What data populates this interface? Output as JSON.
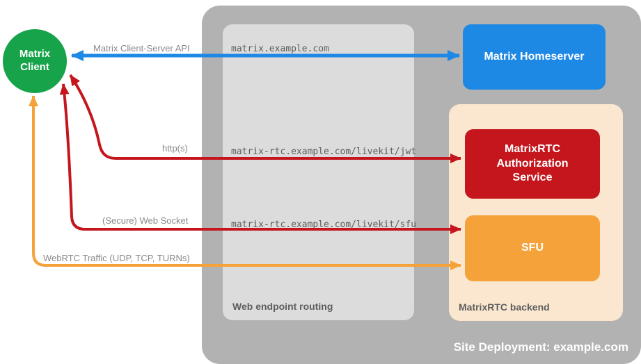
{
  "client": {
    "label": "Matrix Client"
  },
  "deployment": {
    "label": "Site Deployment: example.com",
    "routing": {
      "label": "Web endpoint routing",
      "endpoints": [
        "matrix.example.com",
        "matrix-rtc.example.com/livekit/jwt",
        "matrix-rtc.example.com/livekit/sfu"
      ]
    },
    "homeserver": {
      "label": "Matrix Homeserver"
    },
    "backend": {
      "label": "MatrixRTC backend",
      "auth_service": {
        "label": "MatrixRTC Authorization Service"
      },
      "sfu": {
        "label": "SFU"
      }
    }
  },
  "arrows": [
    {
      "label": "Matrix Client-Server API",
      "color": "#1E88E5",
      "from": "Matrix Client",
      "to": "Matrix Homeserver"
    },
    {
      "label": "http(s)",
      "color": "#C4161C",
      "from": "Matrix Client",
      "to": "MatrixRTC Authorization Service"
    },
    {
      "label": "(Secure) Web Socket",
      "color": "#C4161C",
      "from": "Matrix Client",
      "to": "SFU"
    },
    {
      "label": "WebRTC Traffic (UDP, TCP, TURNs)",
      "color": "#F6A23B",
      "from": "Matrix Client",
      "to": "SFU"
    }
  ],
  "colors": {
    "client_green": "#17A34A",
    "homeserver_blue": "#1E88E5",
    "auth_red": "#C4161C",
    "sfu_orange": "#F6A23B",
    "backend_peach": "#FBE7D0",
    "deployment_gray": "#B2B2B2",
    "routing_gray": "#DCDCDC",
    "label_gray": "#8A8A8A"
  }
}
